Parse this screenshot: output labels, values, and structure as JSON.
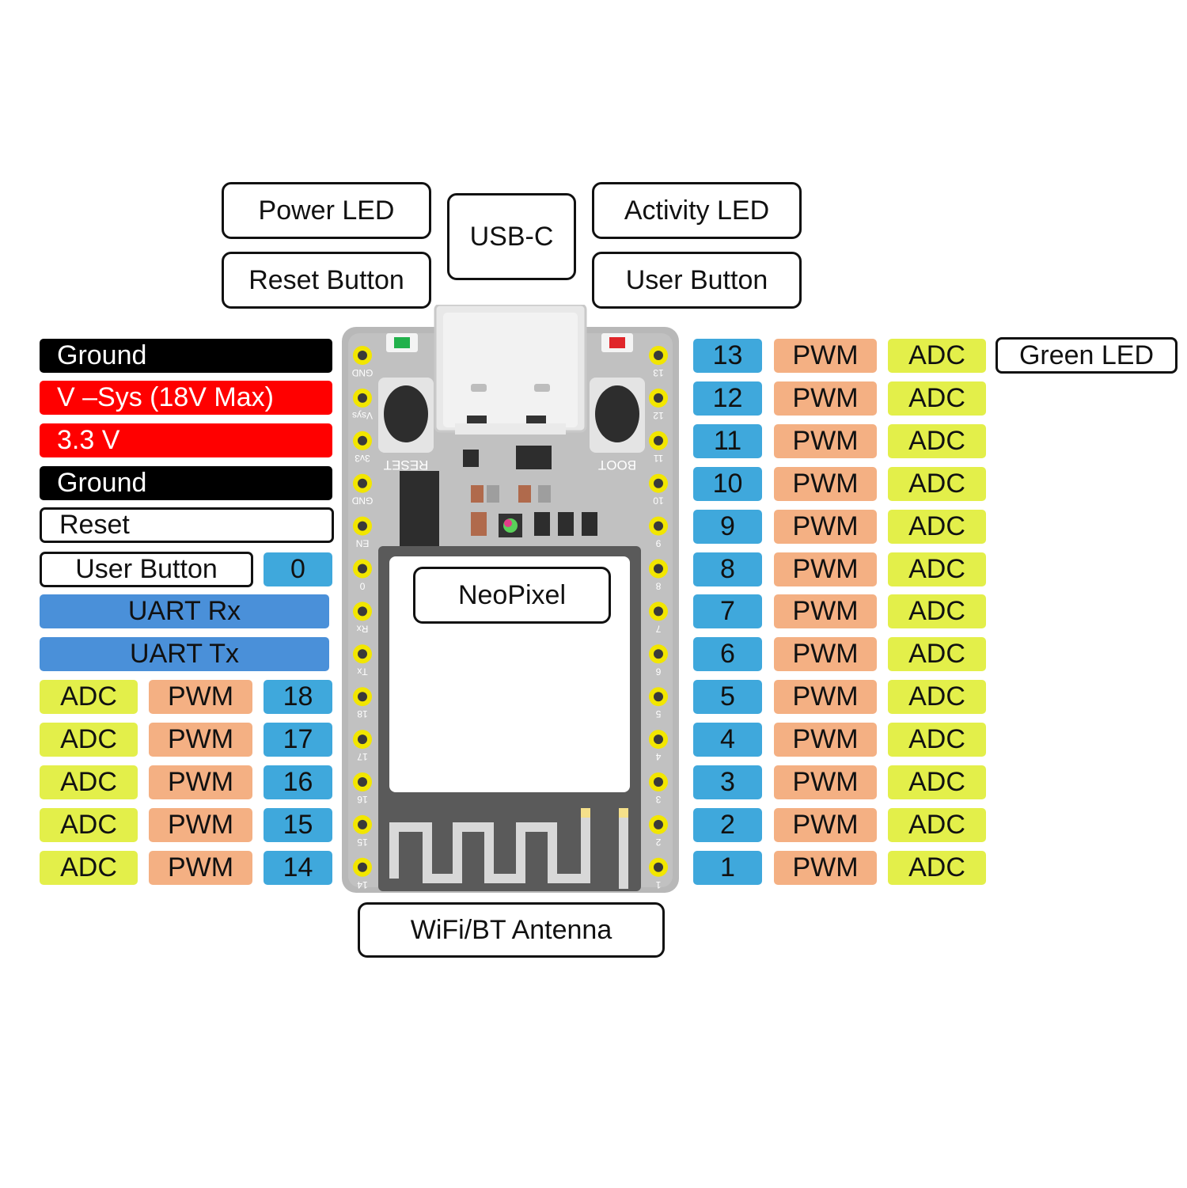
{
  "callouts": {
    "power_led": "Power LED",
    "reset_button": "Reset Button",
    "usb_c": "USB-C",
    "activity_led": "Activity LED",
    "user_button": "User Button",
    "neopixel": "NeoPixel",
    "antenna": "WiFi/BT Antenna",
    "green_led": "Green LED"
  },
  "left_pins": {
    "ground1": "Ground",
    "vsys": "V –Sys (18V Max)",
    "v33": "3.3 V",
    "ground2": "Ground",
    "reset": "Reset",
    "user_button": "User Button",
    "user_button_gpio": "0",
    "uart_rx": "UART Rx",
    "uart_tx": "UART Tx",
    "gpio_rows": [
      {
        "adc": "ADC",
        "pwm": "PWM",
        "gpio": "18"
      },
      {
        "adc": "ADC",
        "pwm": "PWM",
        "gpio": "17"
      },
      {
        "adc": "ADC",
        "pwm": "PWM",
        "gpio": "16"
      },
      {
        "adc": "ADC",
        "pwm": "PWM",
        "gpio": "15"
      },
      {
        "adc": "ADC",
        "pwm": "PWM",
        "gpio": "14"
      }
    ]
  },
  "right_pins": [
    {
      "gpio": "13",
      "pwm": "PWM",
      "adc": "ADC"
    },
    {
      "gpio": "12",
      "pwm": "PWM",
      "adc": "ADC"
    },
    {
      "gpio": "11",
      "pwm": "PWM",
      "adc": "ADC"
    },
    {
      "gpio": "10",
      "pwm": "PWM",
      "adc": "ADC"
    },
    {
      "gpio": "9",
      "pwm": "PWM",
      "adc": "ADC"
    },
    {
      "gpio": "8",
      "pwm": "PWM",
      "adc": "ADC"
    },
    {
      "gpio": "7",
      "pwm": "PWM",
      "adc": "ADC"
    },
    {
      "gpio": "6",
      "pwm": "PWM",
      "adc": "ADC"
    },
    {
      "gpio": "5",
      "pwm": "PWM",
      "adc": "ADC"
    },
    {
      "gpio": "4",
      "pwm": "PWM",
      "adc": "ADC"
    },
    {
      "gpio": "3",
      "pwm": "PWM",
      "adc": "ADC"
    },
    {
      "gpio": "2",
      "pwm": "PWM",
      "adc": "ADC"
    },
    {
      "gpio": "1",
      "pwm": "PWM",
      "adc": "ADC"
    }
  ],
  "board": {
    "left_silk": [
      "GND",
      "Vsys",
      "3v3",
      "GND",
      "EN",
      "0",
      "Rx",
      "Tx",
      "18",
      "17",
      "16",
      "15",
      "14"
    ],
    "right_silk": [
      "13",
      "12",
      "11",
      "10",
      "9",
      "8",
      "7",
      "6",
      "5",
      "4",
      "3",
      "2",
      "1"
    ],
    "reset_text": "RESET",
    "boot_text": "BOOT"
  },
  "colors": {
    "ground": "#000000",
    "power": "#ff0000",
    "gpio": "#3fa8dc",
    "uart": "#4a90d9",
    "pwm": "#f4b083",
    "adc": "#e3ef4a",
    "pcb": "#b7b7b7",
    "pad": "#f2e600"
  }
}
